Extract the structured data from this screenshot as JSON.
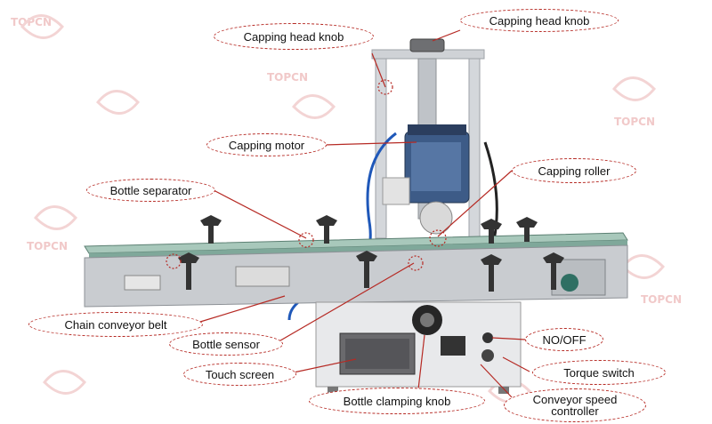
{
  "labels": {
    "capping_head_knob_top": "Capping head knob",
    "capping_head_knob_left": "Capping head knob",
    "capping_motor": "Capping motor",
    "capping_roller": "Capping roller",
    "bottle_separator": "Bottle separator",
    "chain_conveyor_belt": "Chain conveyor belt",
    "bottle_sensor": "Bottle sensor",
    "touch_screen": "Touch screen",
    "bottle_clamping_knob": "Bottle clamping knob",
    "no_off": "NO/OFF",
    "torque_switch": "Torque switch",
    "conveyor_speed_controller": "Conveyor speed\ncontroller"
  },
  "watermark": "TOPCN",
  "colors": {
    "leader_line": "#b62a24",
    "callout_border": "#b62a24",
    "watermark": "#f1c9c9",
    "machine_steel": "#c9ccd0",
    "motor_blue": "#3d5b87",
    "rail_green": "#7fa89a"
  }
}
